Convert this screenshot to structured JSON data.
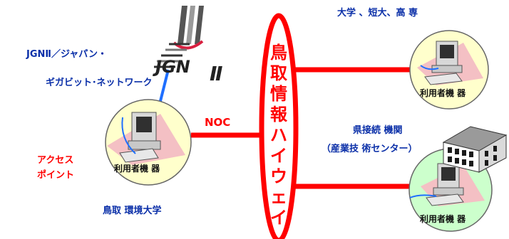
{
  "jgn": {
    "logo_text": "JGN",
    "roman_two": "Ⅱ",
    "network_label_line1": "JGNⅡ／ジャパン・",
    "network_label_line2": "ギガビット･ネットワーク"
  },
  "noc_label": "NOC",
  "hub": {
    "chars": [
      "鳥",
      "取",
      "情",
      "報",
      "ハ",
      "イ",
      "ウ",
      "ェ",
      "イ"
    ]
  },
  "access_point": {
    "line1": "アクセス",
    "line2": "ポイント"
  },
  "nodes": {
    "left": {
      "device_label": "利用者機 器",
      "site_label": "鳥取 環境大学"
    },
    "top_right": {
      "device_label": "利用者機 器",
      "site_label": "大学 、短大、高 専"
    },
    "bottom_right": {
      "device_label": "利用者機 器",
      "site_label_line1": "県接続 機関",
      "site_label_line2": "（産業技 術センター）"
    }
  },
  "colors": {
    "link_red": "#ff0000",
    "label_blue": "#0a2fa8",
    "node_yellow": "#ffffcc",
    "node_green": "#ccffcc",
    "node_border": "#666666",
    "jgn_link_blue": "#1f6fff"
  }
}
